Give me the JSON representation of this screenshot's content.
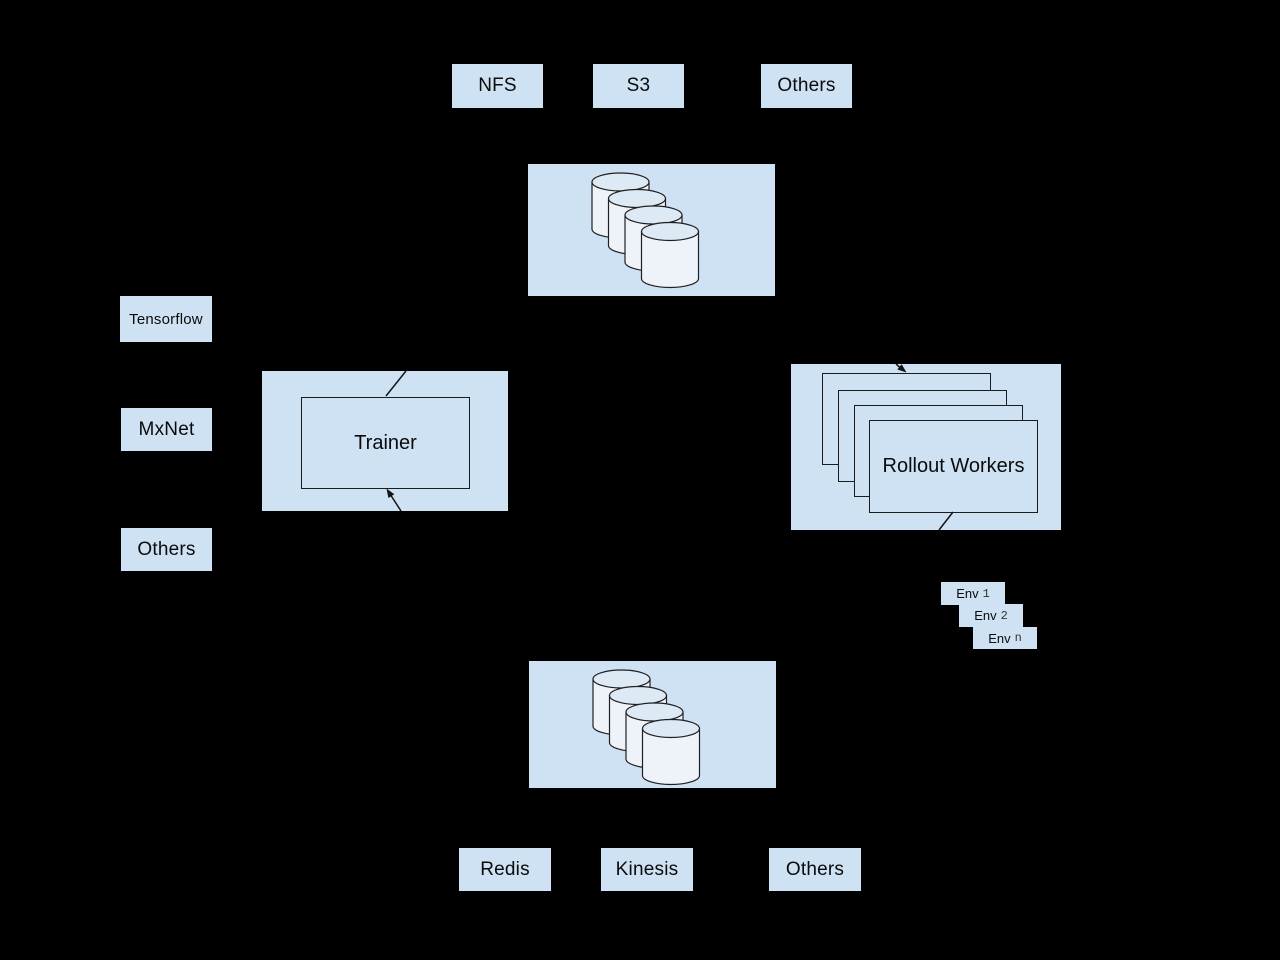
{
  "diagram": {
    "background": "#000000",
    "node_fill": "#cfe2f3",
    "cylinder_body_fill": "#eef3fa",
    "cylinder_top_fill": "#dde9f5",
    "stroke_color": "#1c1c1c"
  },
  "data_store": {
    "backends": [
      "NFS",
      "S3",
      "Others"
    ]
  },
  "frameworks": [
    "Tensorflow",
    "MxNet",
    "Others"
  ],
  "trainer": {
    "label": "Trainer"
  },
  "rollout": {
    "label": "Rollout Workers"
  },
  "environments": [
    {
      "prefix": "Env",
      "index": "1"
    },
    {
      "prefix": "Env",
      "index": "2"
    },
    {
      "prefix": "Env",
      "index": "n"
    }
  ],
  "memory_backend": {
    "backends": [
      "Redis",
      "Kinesis",
      "Others"
    ]
  }
}
